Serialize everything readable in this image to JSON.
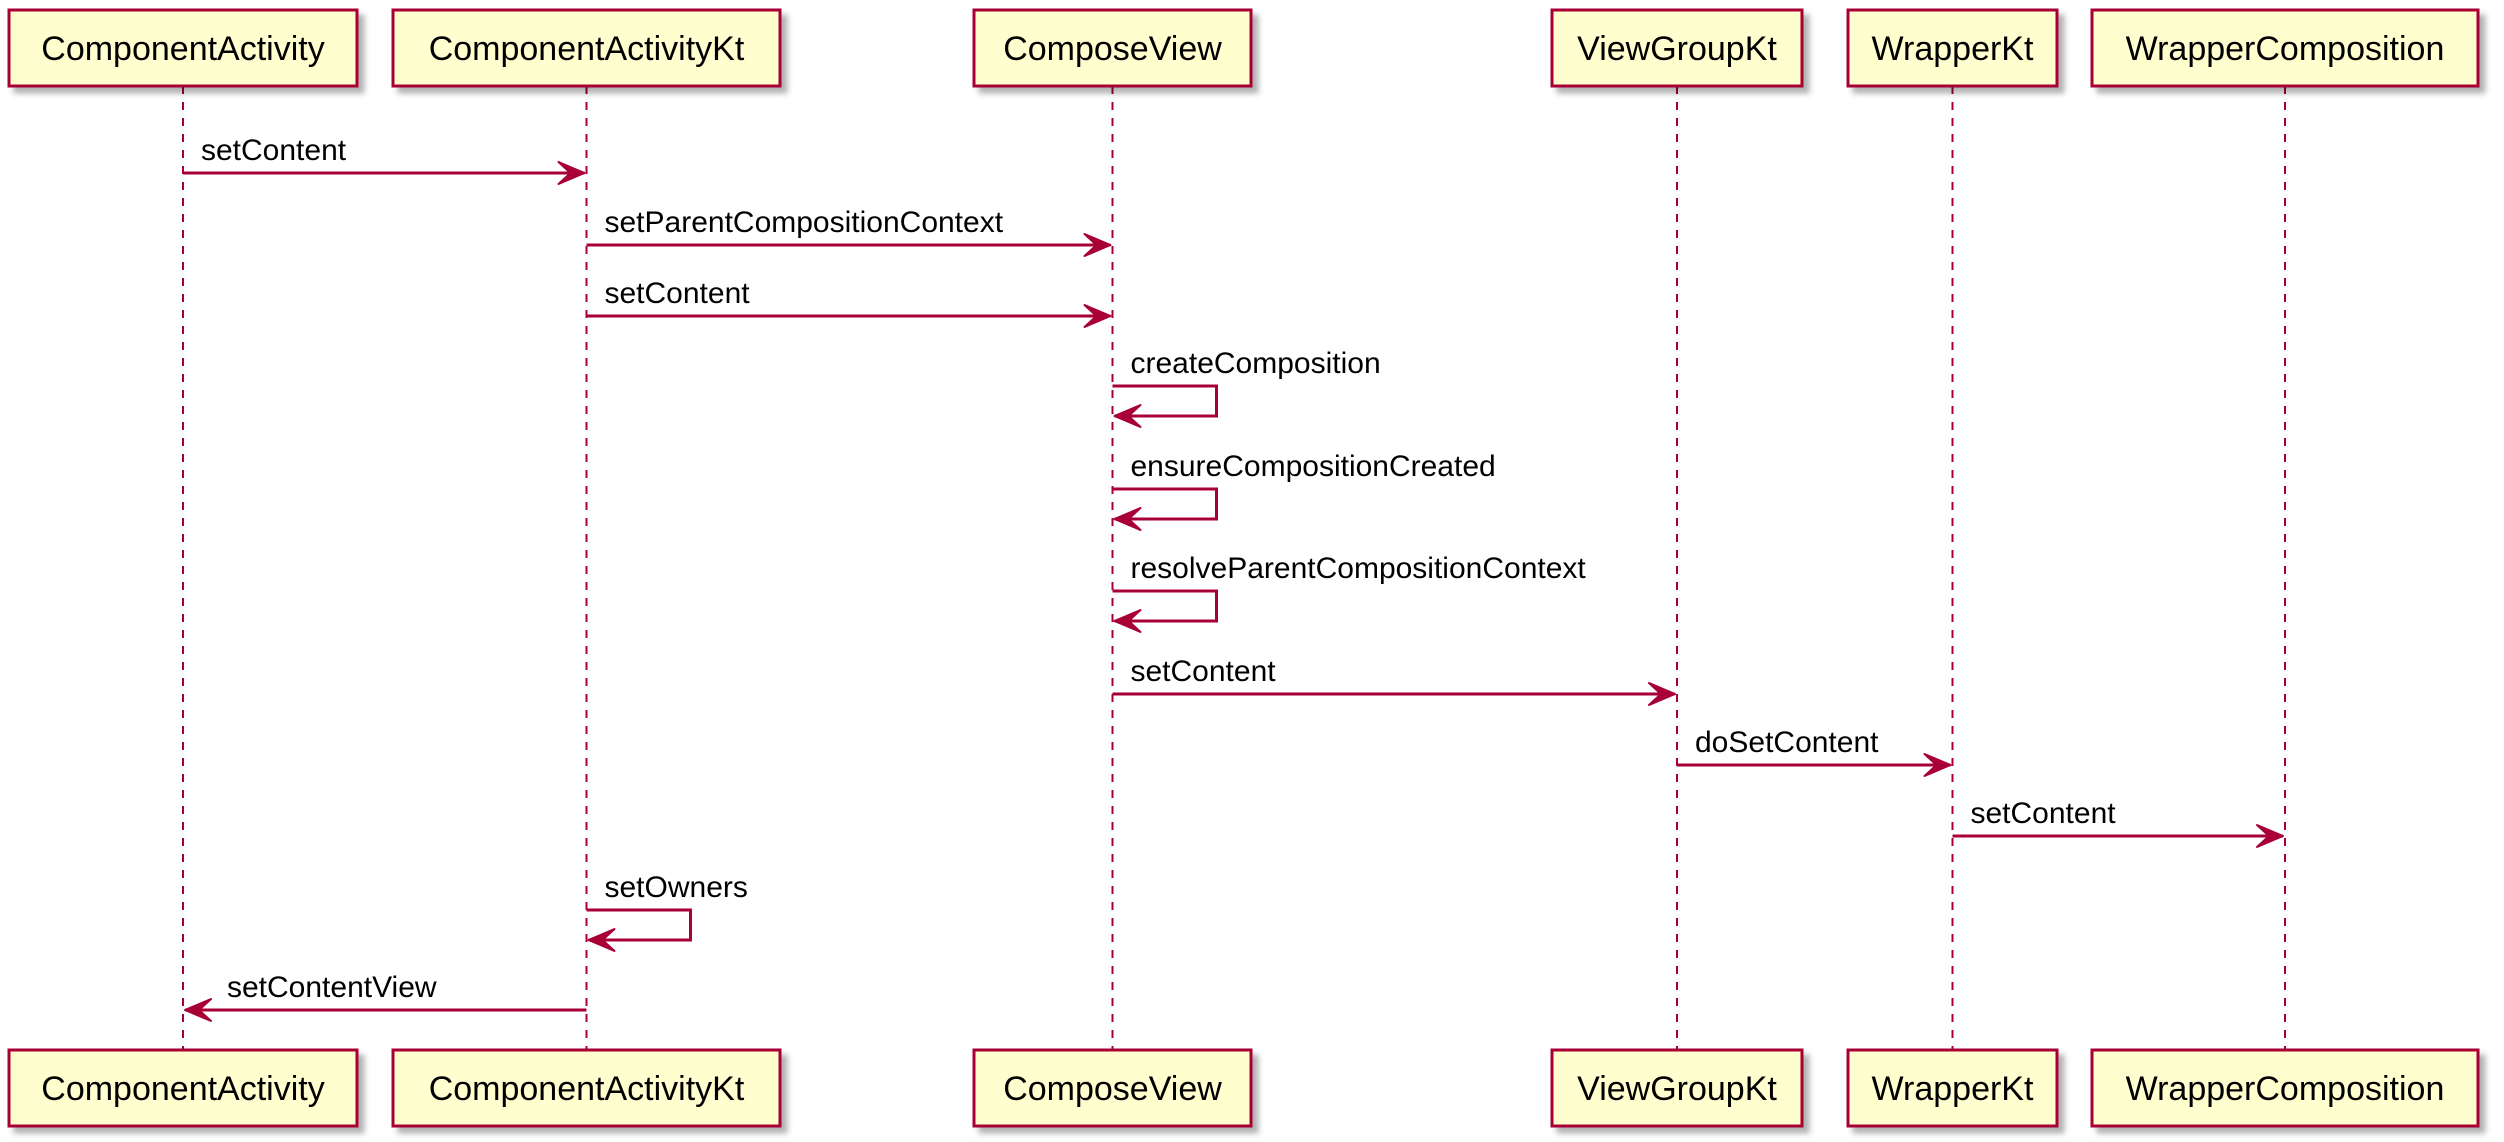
{
  "participants": [
    {
      "id": "ComponentActivity",
      "label": "ComponentActivity"
    },
    {
      "id": "ComponentActivityKt",
      "label": "ComponentActivityKt"
    },
    {
      "id": "ComposeView",
      "label": "ComposeView"
    },
    {
      "id": "ViewGroupKt",
      "label": "ViewGroupKt"
    },
    {
      "id": "WrapperKt",
      "label": "WrapperKt"
    },
    {
      "id": "WrapperComposition",
      "label": "WrapperComposition"
    }
  ],
  "messages": [
    {
      "from": "ComponentActivity",
      "to": "ComponentActivityKt",
      "label": "setContent"
    },
    {
      "from": "ComponentActivityKt",
      "to": "ComposeView",
      "label": "setParentCompositionContext"
    },
    {
      "from": "ComponentActivityKt",
      "to": "ComposeView",
      "label": "setContent"
    },
    {
      "from": "ComposeView",
      "to": "ComposeView",
      "label": "createComposition"
    },
    {
      "from": "ComposeView",
      "to": "ComposeView",
      "label": "ensureCompositionCreated"
    },
    {
      "from": "ComposeView",
      "to": "ComposeView",
      "label": "resolveParentCompositionContext"
    },
    {
      "from": "ComposeView",
      "to": "ViewGroupKt",
      "label": "setContent"
    },
    {
      "from": "ViewGroupKt",
      "to": "WrapperKt",
      "label": "doSetContent"
    },
    {
      "from": "WrapperKt",
      "to": "WrapperComposition",
      "label": "setContent"
    },
    {
      "from": "ComponentActivityKt",
      "to": "ComponentActivityKt",
      "label": "setOwners"
    },
    {
      "from": "ComponentActivityKt",
      "to": "ComponentActivity",
      "label": "setContentView"
    }
  ],
  "colors": {
    "box_fill": "#FEFECE",
    "line": "#A80036",
    "text": "#000000"
  }
}
